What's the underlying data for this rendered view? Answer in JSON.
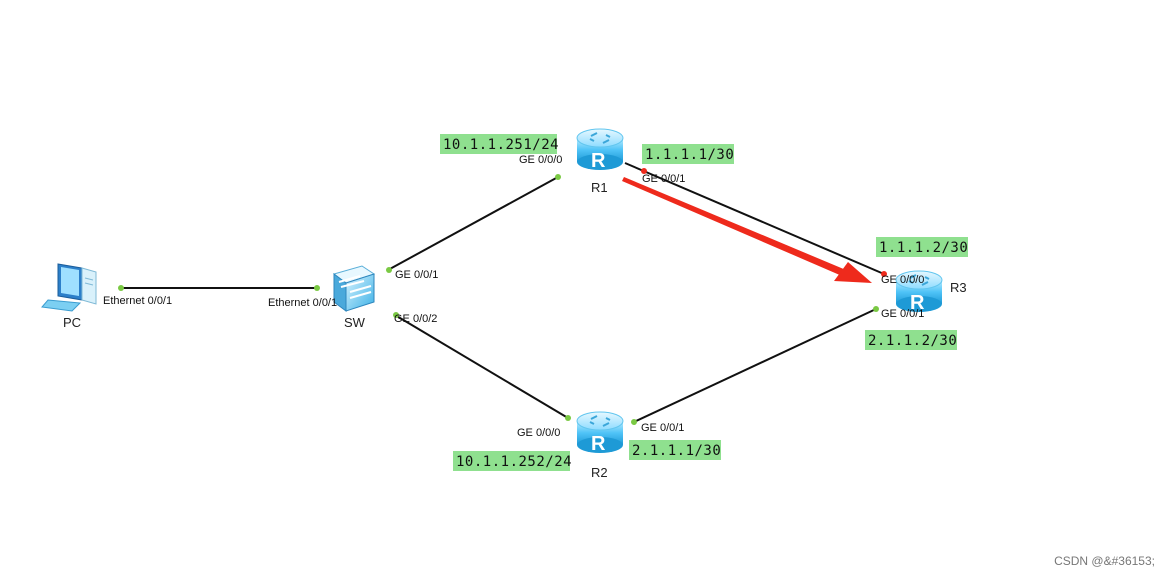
{
  "devices": {
    "pc": "PC",
    "sw": "SW",
    "r1": "R1",
    "r2": "R2",
    "r3": "R3"
  },
  "ports": {
    "pc_eth": "Ethernet 0/0/1",
    "sw_eth": "Ethernet 0/0/1",
    "sw_ge1": "GE 0/0/1",
    "sw_ge2": "GE 0/0/2",
    "r1_ge0": "GE 0/0/0",
    "r1_ge1": "GE 0/0/1",
    "r2_ge0": "GE 0/0/0",
    "r2_ge1": "GE 0/0/1",
    "r3_ge0": "GE 0/0/0",
    "r3_ge1": "GE 0/0/1"
  },
  "ips": {
    "r1_ge0": "10.1.1.251/24",
    "r1_ge1": "1.1.1.1/30",
    "r3_ge0": "1.1.1.2/30",
    "r3_ge1": "2.1.1.2/30",
    "r2_ge1": "2.1.1.1/30",
    "r2_ge0": "10.1.1.252/24"
  },
  "colors": {
    "link": "#111111",
    "port_dot": "#7ac943",
    "highlight_arrow": "#ee2a1c",
    "ip_label_bg": "#8fe08f",
    "router_body": "#4fc3f7"
  },
  "watermark": "CSDN @&#36153;"
}
